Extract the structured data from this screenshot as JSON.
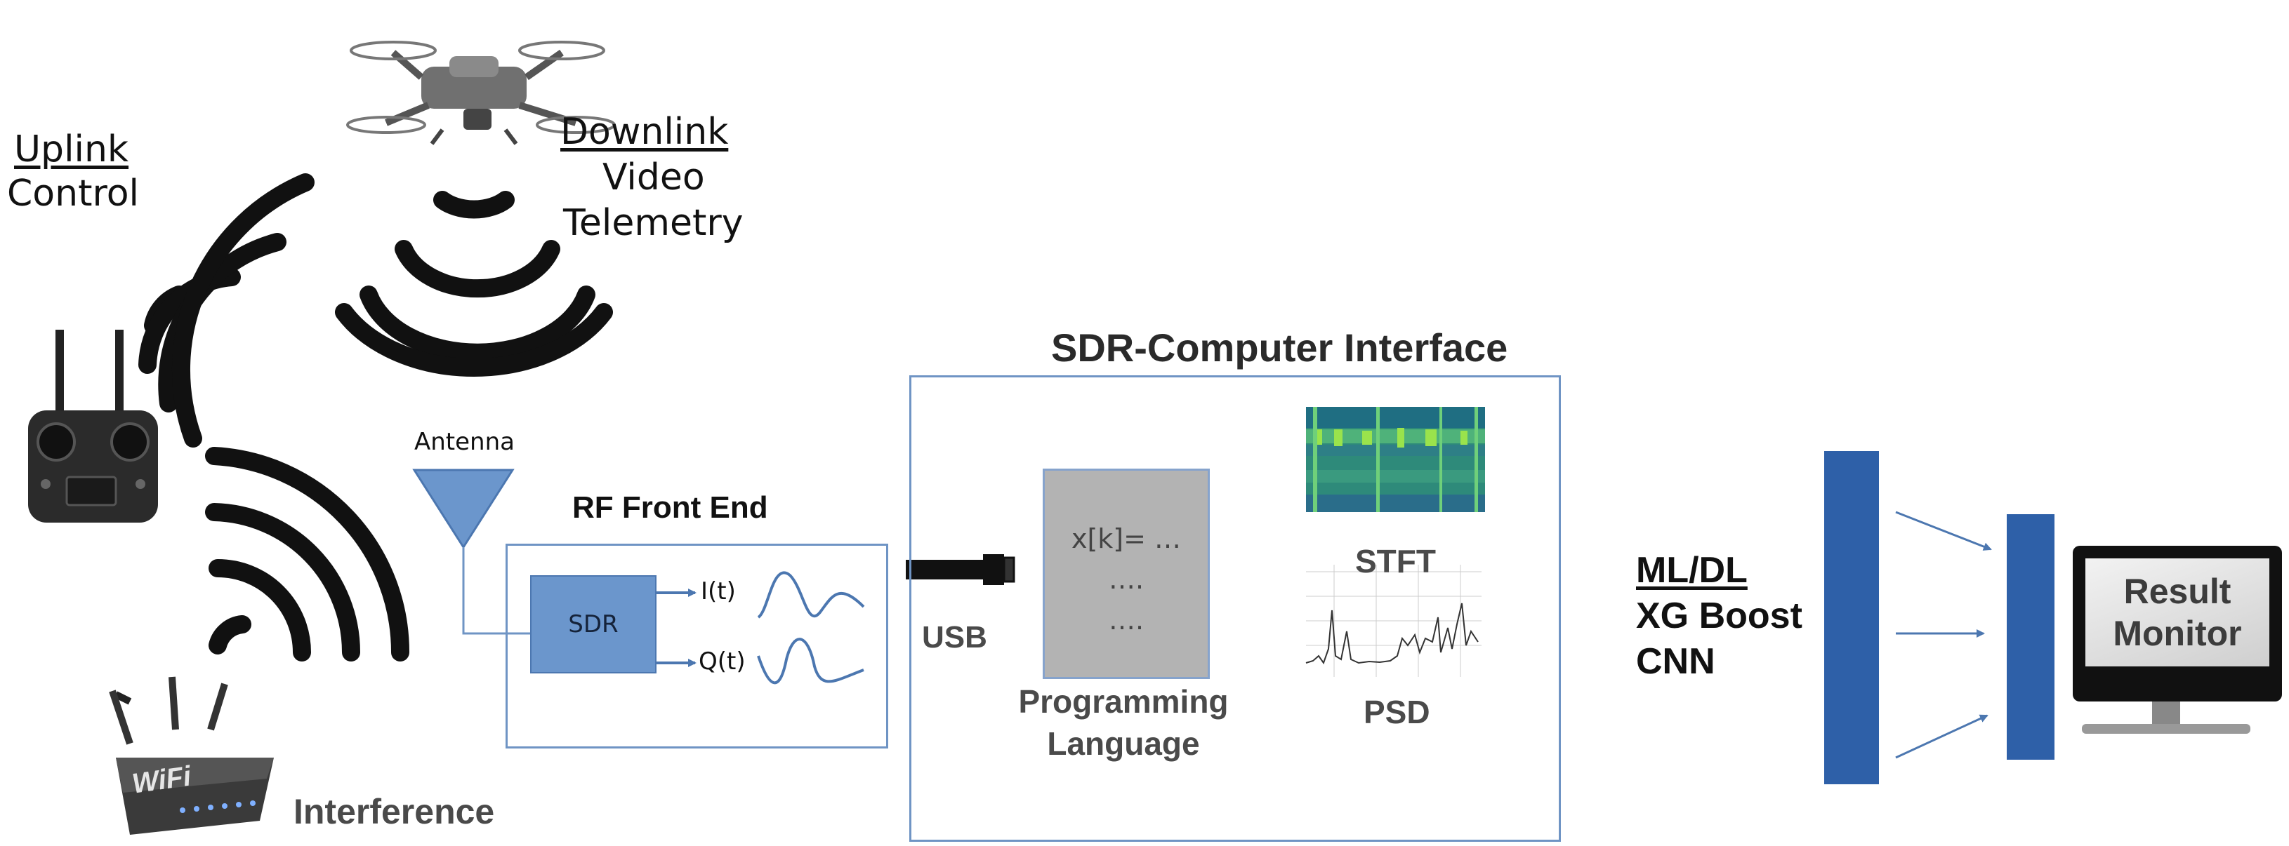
{
  "labels": {
    "uplink_title": "Uplink",
    "uplink_sub": "Control",
    "downlink_title": "Downlink",
    "downlink_line1": "Video",
    "downlink_line2": "Telemetry",
    "antenna": "Antenna",
    "rf_front_end": "RF Front End",
    "sdr": "SDR",
    "i_signal": "I(t)",
    "q_signal": "Q(t)",
    "usb": "USB",
    "sdr_interface": "SDR-Computer Interface",
    "code_line1": "x[k]= …",
    "code_line2": "….",
    "code_line3": "….",
    "programming_line1": "Programming",
    "programming_line2": "Language",
    "stft": "STFT",
    "psd": "PSD",
    "ml_title": "ML/DL",
    "ml_line1": "XG Boost",
    "ml_line2": "CNN",
    "result_line1": "Result",
    "result_line2": "Monitor",
    "interference": "Interference",
    "wifi": "WiFi"
  },
  "colors": {
    "box_outline": "#6f94c4",
    "sdr_fill": "#6b96cc",
    "antenna_fill": "#6b96cc",
    "layer_fill": "#2e60a8",
    "arrow": "#4c77b0",
    "code_fill": "#b3b3b3"
  },
  "icons": [
    "drone-icon",
    "remote-controller-icon",
    "wifi-router-icon",
    "signal-waves-icon",
    "usb-connector-icon",
    "monitor-icon"
  ]
}
